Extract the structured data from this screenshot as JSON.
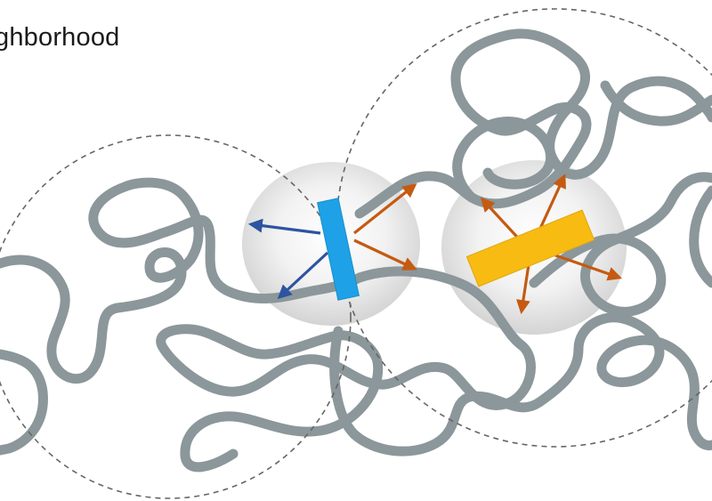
{
  "title": "ghborhood",
  "colors": {
    "chain": "#8b979a",
    "neighborhood_border": "#666666",
    "blue_marker": "#1ea1e6",
    "yellow_marker": "#f7bb12",
    "blue_arrow": "#2d54a0",
    "orange_arrow": "#c55a11"
  },
  "icons": [
    "polymer-chain",
    "blue-segment-marker",
    "yellow-segment-marker",
    "interaction-arrow"
  ]
}
